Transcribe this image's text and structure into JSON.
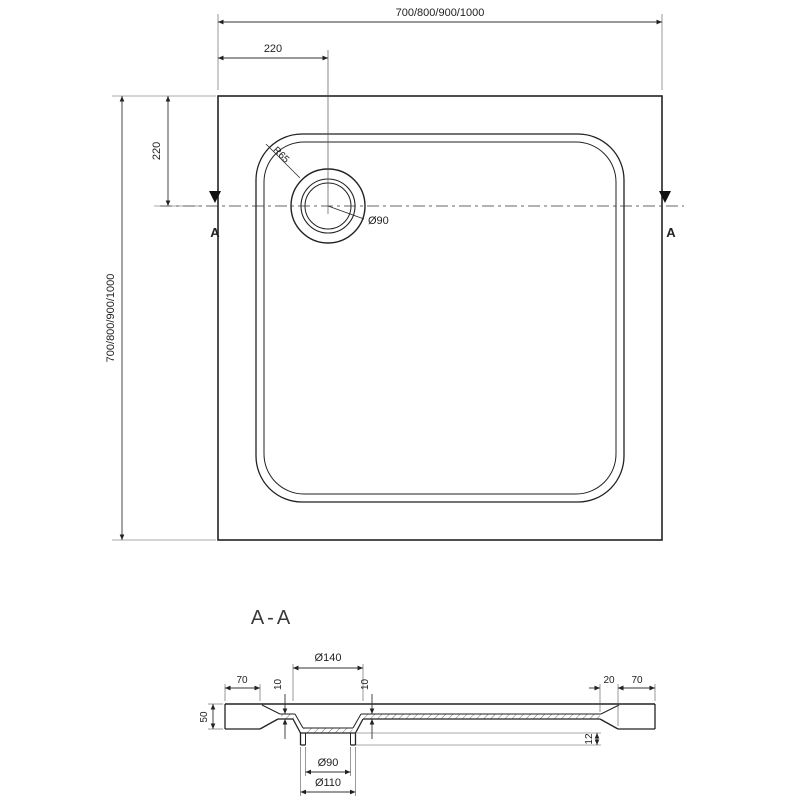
{
  "colors": {
    "line": "#222222",
    "background": "#ffffff"
  },
  "plan": {
    "dim_width": "700/800/900/1000",
    "dim_height": "700/800/900/1000",
    "dim_drain_x": "220",
    "dim_drain_y": "220",
    "radius_label": "R65",
    "drain_label": "Ø90",
    "section_a_left": "A",
    "section_a_right": "A"
  },
  "section": {
    "title": "A-A",
    "dim_recess": "Ø140",
    "dim_rim_left": "70",
    "dim_thickness_left": "10",
    "dim_thickness_right": "10",
    "dim_edge_right": "20",
    "dim_rim_right": "70",
    "dim_height": "50",
    "dim_spigot": "12",
    "dim_drain_inner": "Ø90",
    "dim_drain_outer": "Ø110"
  }
}
